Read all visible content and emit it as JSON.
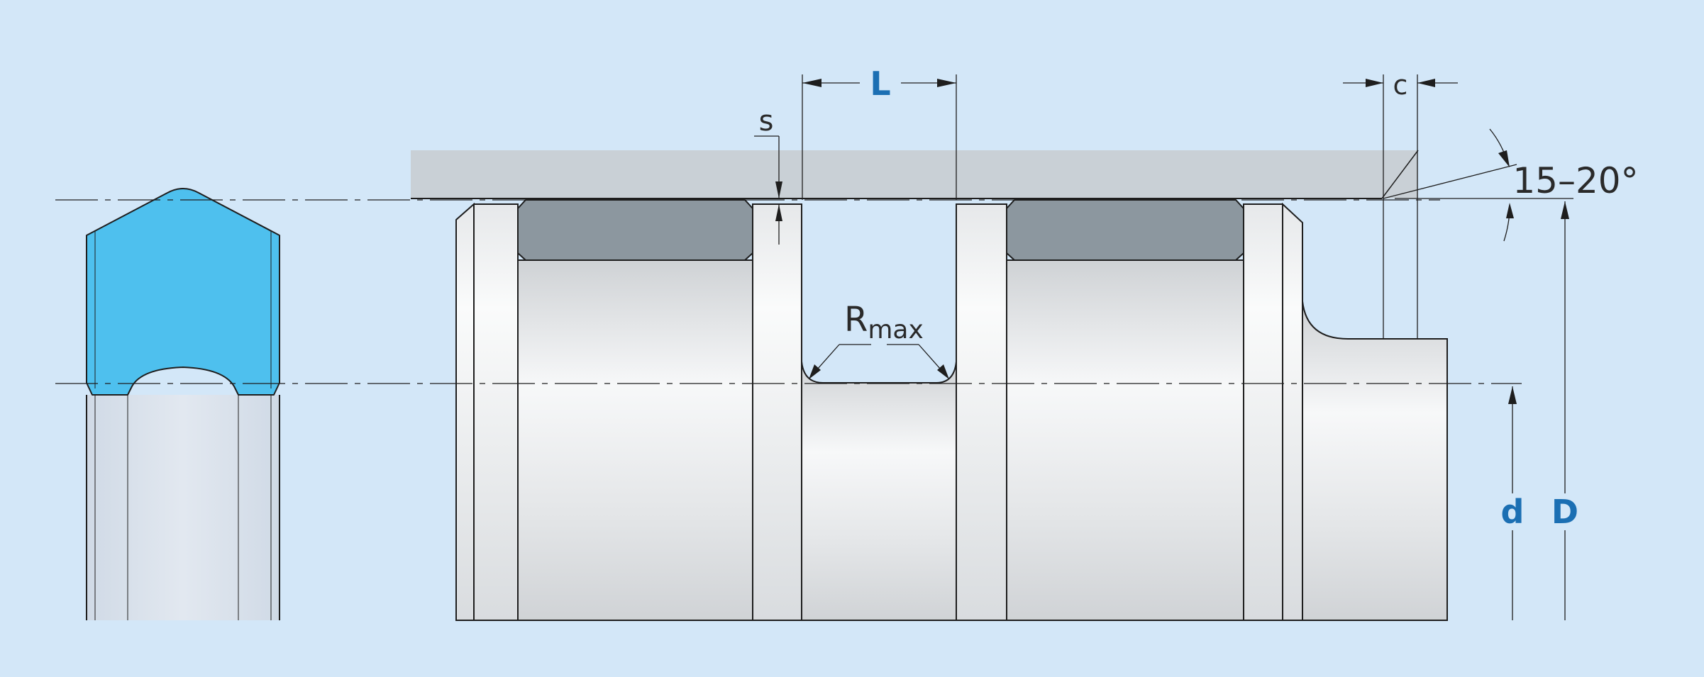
{
  "labels": {
    "L": "L",
    "s": "s",
    "c": "c",
    "angle": "15–20°",
    "r": "R",
    "r_sub": "max",
    "d": "d",
    "D": "D"
  },
  "colors": {
    "background": "#d3e7f8",
    "seal": "#4ec0ee",
    "bore_housing": "#c9d0d6",
    "guide_ring": "#8c979f",
    "accent_label": "#1b6fb3",
    "line": "#1e1e1e"
  }
}
